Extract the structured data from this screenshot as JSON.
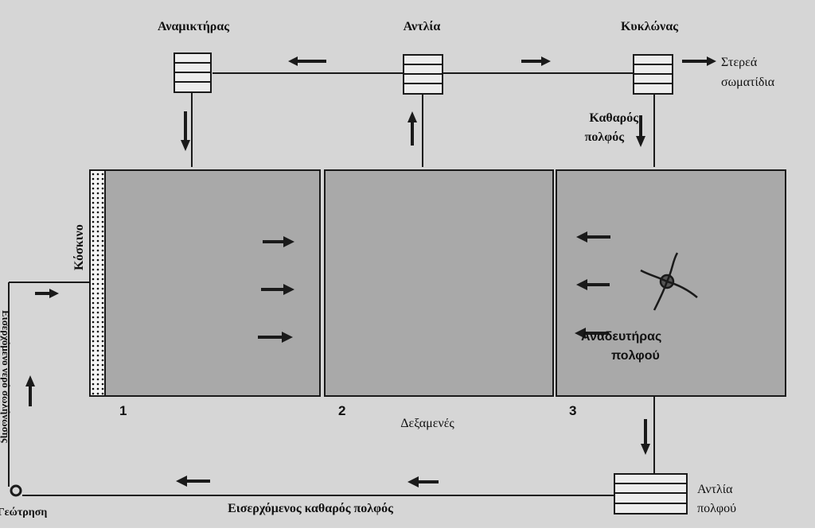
{
  "labels": {
    "mixer": "Αναμικτήρας",
    "pump": "Αντλία",
    "cyclone": "Κυκλώνας",
    "solids_line1": "Στερεά",
    "solids_line2": "σωματίδια",
    "clean_pulp_line1": "Καθαρός",
    "clean_pulp_line2": "πολφός",
    "sieve": "Κόσκινο",
    "tank1": "1",
    "tank2": "2",
    "tank3": "3",
    "tanks": "Δεξαμενές",
    "agitator_line1": "Αναδευτήρας",
    "agitator_line2": "πολφού",
    "pulp_pump_line1": "Αντλία",
    "pulp_pump_line2": "πολφού",
    "incoming_pulp": "Εισερχόμενος καθαρός πολφός",
    "well": "Γεώτρηση",
    "incoming_water": "Εισερχόμενο νερό σωλήνωσης"
  },
  "colors": {
    "background": "#d6d6d6",
    "tank_fill": "#a9a9a9",
    "line": "#1a1a1a",
    "box_fill": "#ededed"
  },
  "icons": [
    "arrow-left-icon",
    "arrow-right-icon",
    "arrow-up-icon",
    "arrow-down-icon",
    "agitator-icon",
    "valve-icon"
  ]
}
